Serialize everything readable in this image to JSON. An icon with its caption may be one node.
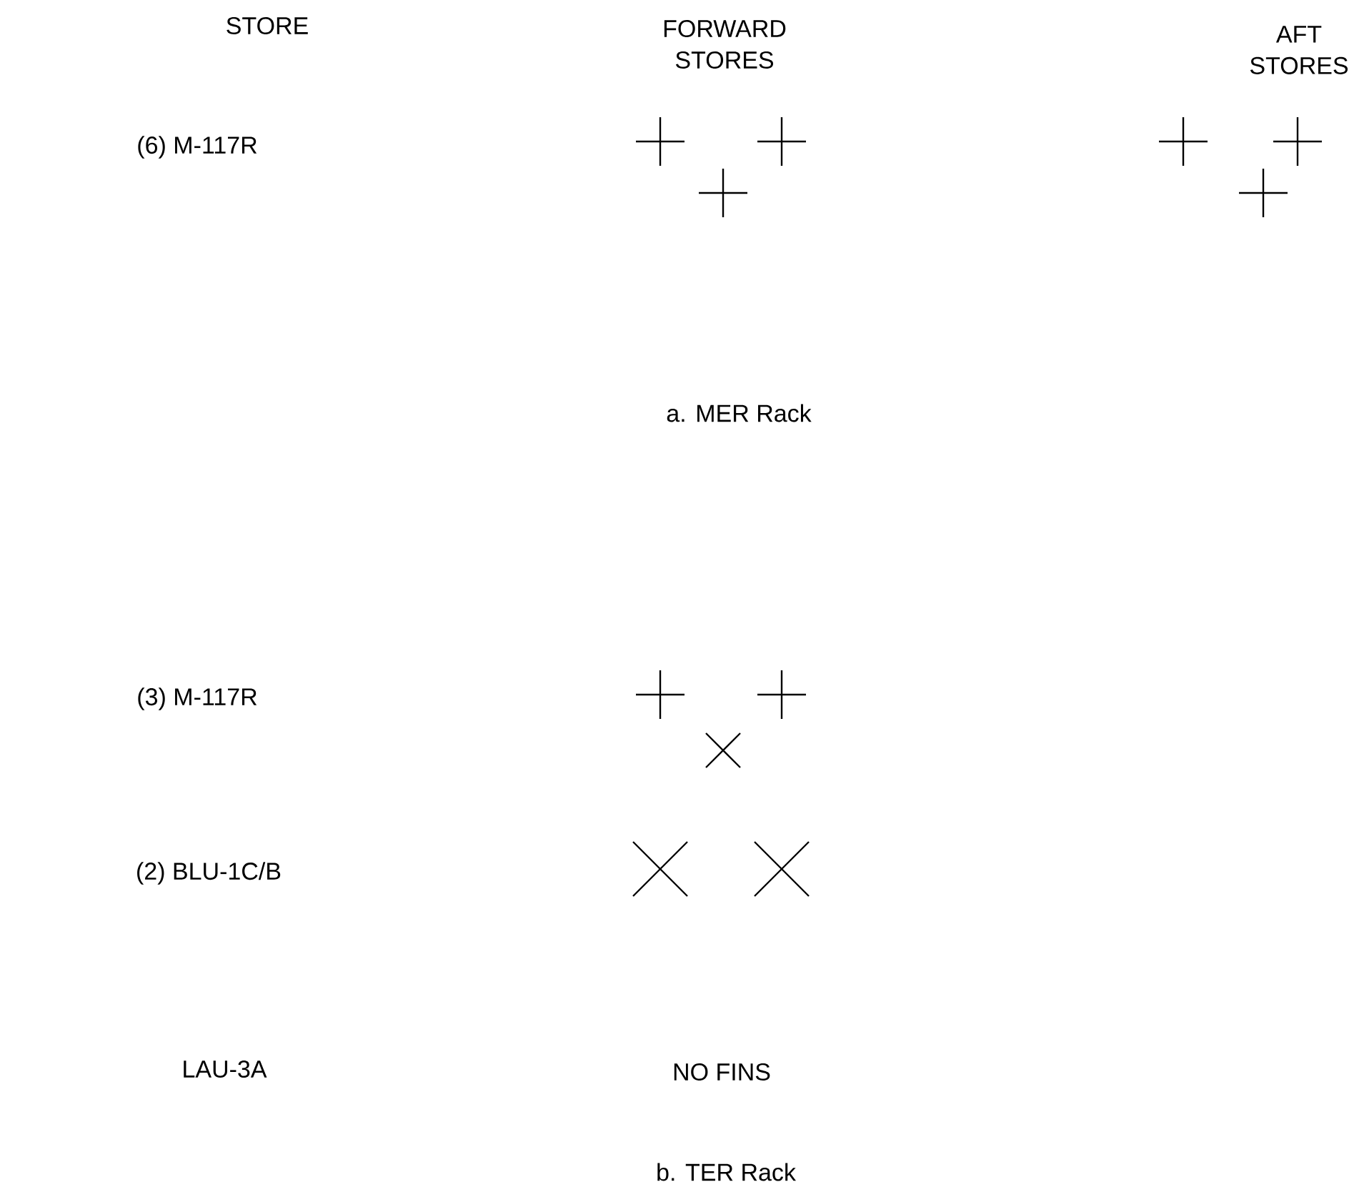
{
  "diagram": {
    "labels": [
      "STORE",
      "FORWARD STORES",
      "AFT STORES",
      "(6) M-117R",
      "a. MER Rack",
      "(3) M-117R",
      "(2) BLU-1C/B",
      "LAU-3A",
      "NO FINS",
      "b. TER Rack"
    ]
  }
}
